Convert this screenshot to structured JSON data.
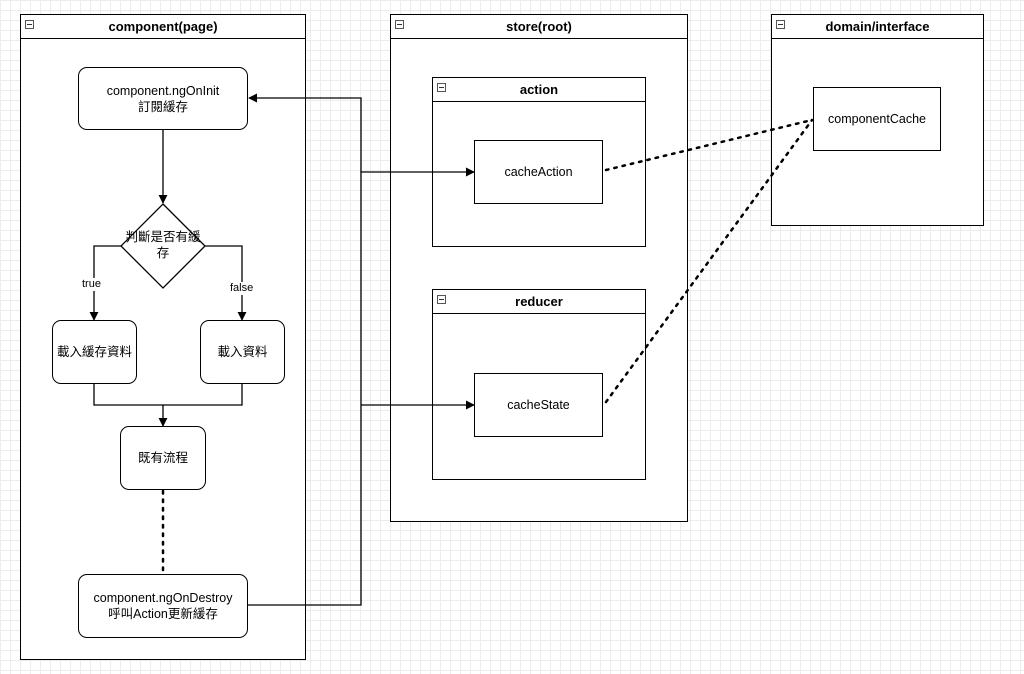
{
  "pools": {
    "component": "component(page)",
    "store": "store(root)",
    "action": "action",
    "reducer": "reducer",
    "domain": "domain/interface"
  },
  "nodes": {
    "oninit_line1": "component.ngOnInit",
    "oninit_line2": "訂閱緩存",
    "decision_line1": "判斷是否有緩",
    "decision_line2": "存",
    "load_cache": "載入緩存資料",
    "load_data": "載入資料",
    "existing_flow": "既有流程",
    "ondestroy_line1": "component.ngOnDestroy",
    "ondestroy_line2": "呼叫Action更新緩存",
    "cache_action": "cacheAction",
    "cache_state": "cacheState",
    "component_cache": "componentCache"
  },
  "edge_labels": {
    "true": "true",
    "false": "false"
  }
}
